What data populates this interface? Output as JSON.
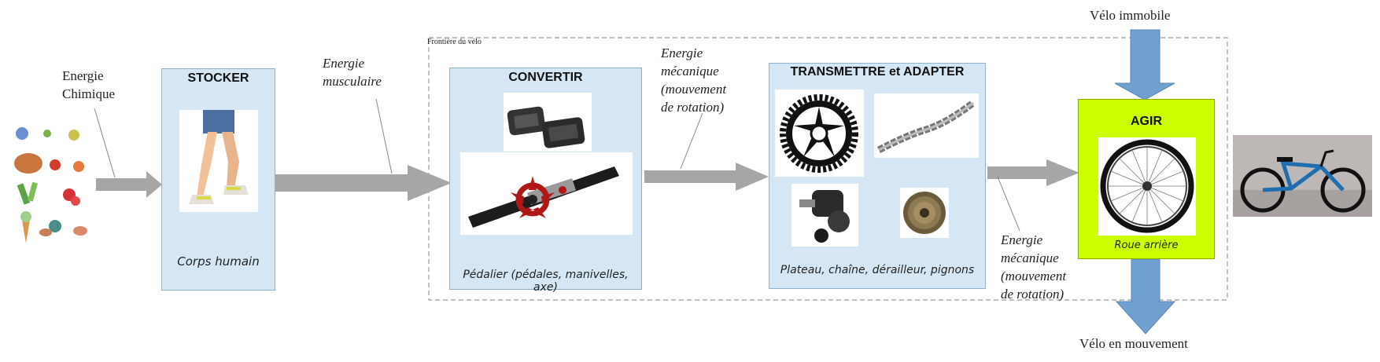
{
  "inputs": {
    "energy_chemical": [
      "Energie",
      "Chimique"
    ]
  },
  "boundary": {
    "label": "Frontière du vélo"
  },
  "blocks": {
    "stocker": {
      "title": "STOCKER",
      "caption": "Corps humain"
    },
    "convertir": {
      "title": "CONVERTIR",
      "caption": "Pédalier (pédales, manivelles, axe)"
    },
    "transmettre": {
      "title": "TRANSMETTRE et ADAPTER",
      "caption": "Plateau, chaîne, dérailleur, pignons"
    },
    "agir": {
      "title": "AGIR",
      "caption": "Roue arrière"
    }
  },
  "flows": {
    "muscular": [
      "Energie",
      "musculaire"
    ],
    "mechanical_1": [
      "Energie",
      "mécanique",
      "(mouvement",
      "de rotation)"
    ],
    "mechanical_2": [
      "Energie",
      "mécanique",
      "(mouvement",
      "de rotation)"
    ]
  },
  "states": {
    "top": "Vélo immobile",
    "bottom": "Vélo en mouvement"
  },
  "colors": {
    "box_fill": "#d5e7f4",
    "agir_fill": "#ccff00",
    "arrow_grey": "#a6a6a6",
    "arrow_blue": "#6fa0d0"
  }
}
